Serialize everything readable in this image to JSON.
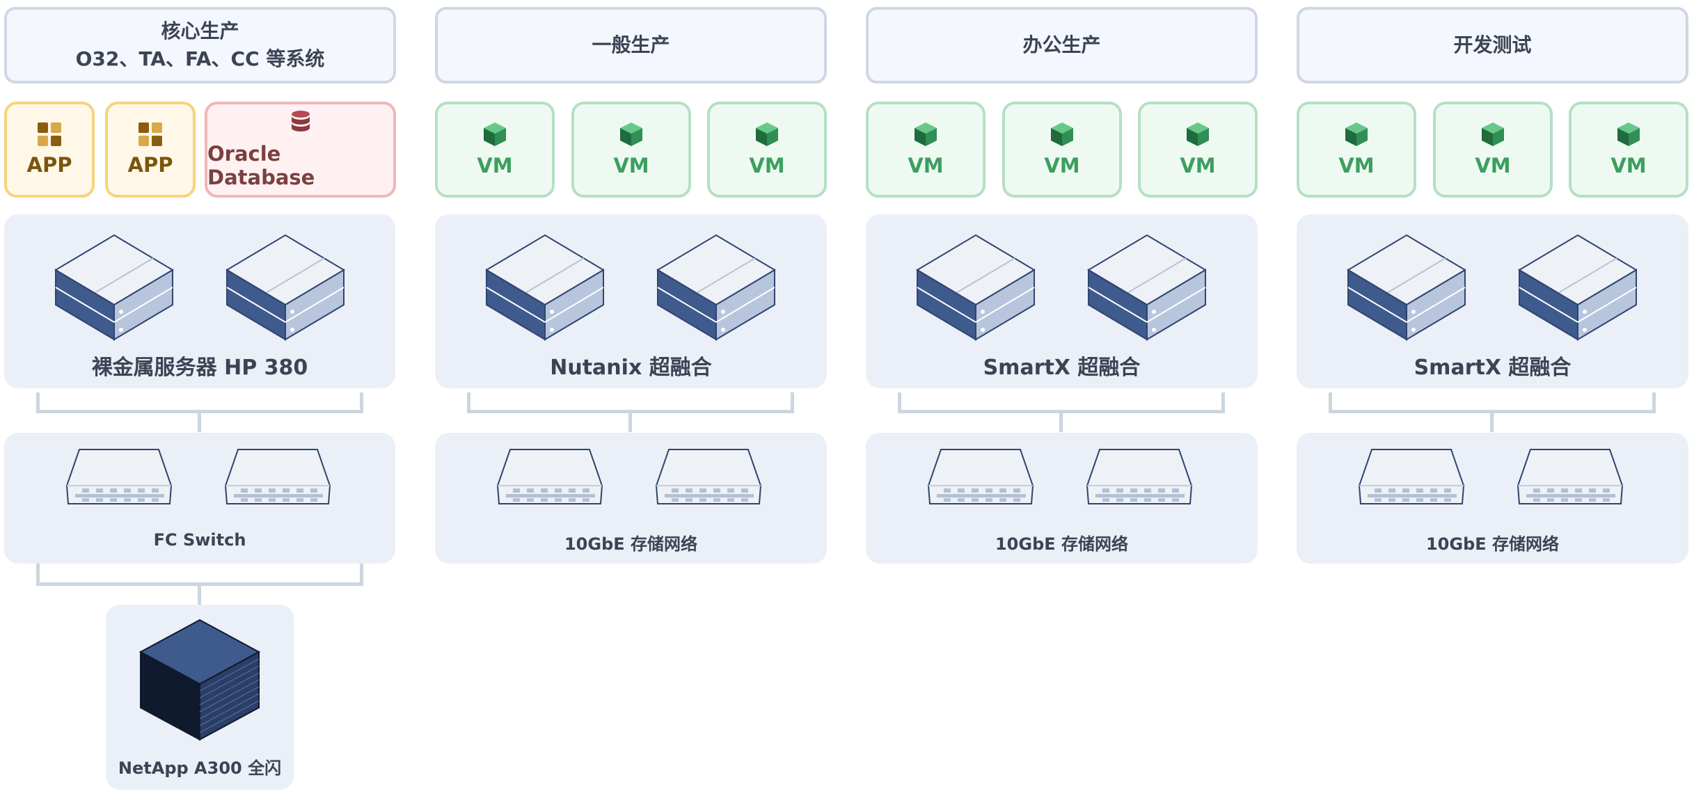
{
  "columns": [
    {
      "header_lines": [
        "核心生产",
        "O32、TA、FA、CC 等系统"
      ],
      "workloads": [
        {
          "kind": "app",
          "label": "APP",
          "icon": "app-grid-icon"
        },
        {
          "kind": "app",
          "label": "APP",
          "icon": "app-grid-icon"
        },
        {
          "kind": "db",
          "label": "Oracle Database",
          "icon": "database-icon"
        }
      ],
      "compute_label": "裸金属服务器 HP 380",
      "network_label": "FC Switch",
      "storage_label": "NetApp A300 全闪"
    },
    {
      "header_lines": [
        "一般生产"
      ],
      "workloads": [
        {
          "kind": "vm",
          "label": "VM",
          "icon": "cube-icon"
        },
        {
          "kind": "vm",
          "label": "VM",
          "icon": "cube-icon"
        },
        {
          "kind": "vm",
          "label": "VM",
          "icon": "cube-icon"
        }
      ],
      "compute_label": "Nutanix 超融合",
      "network_label": "10GbE 存储网络"
    },
    {
      "header_lines": [
        "办公生产"
      ],
      "workloads": [
        {
          "kind": "vm",
          "label": "VM",
          "icon": "cube-icon"
        },
        {
          "kind": "vm",
          "label": "VM",
          "icon": "cube-icon"
        },
        {
          "kind": "vm",
          "label": "VM",
          "icon": "cube-icon"
        }
      ],
      "compute_label": "SmartX 超融合",
      "network_label": "10GbE 存储网络"
    },
    {
      "header_lines": [
        "开发测试"
      ],
      "workloads": [
        {
          "kind": "vm",
          "label": "VM",
          "icon": "cube-icon"
        },
        {
          "kind": "vm",
          "label": "VM",
          "icon": "cube-icon"
        },
        {
          "kind": "vm",
          "label": "VM",
          "icon": "cube-icon"
        }
      ],
      "compute_label": "SmartX 超融合",
      "network_label": "10GbE 存储网络"
    }
  ],
  "colors": {
    "header_bg": "#f4f7fd",
    "header_border": "#cfd7e4",
    "app_bg": "#fff8e8",
    "app_border": "#f6d37c",
    "db_bg": "#fff1f2",
    "db_border": "#f2b6b9",
    "vm_bg": "#eefaf1",
    "vm_border": "#b5e0c4",
    "panel_bg": "#ebeff7",
    "connector": "#ccd5e1",
    "server_navy": "#3f5a8c"
  }
}
